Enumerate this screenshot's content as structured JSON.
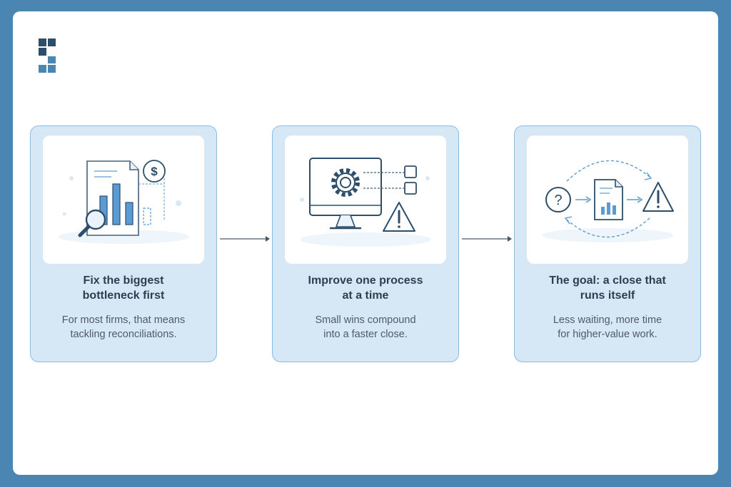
{
  "colors": {
    "frame": "#4a86b1",
    "card_bg": "#d6e8f6",
    "card_border": "#8dbbe0",
    "title_text": "#2f3e4f",
    "body_text": "#505a66",
    "accent": "#5b9bd5",
    "logo_dark": "#2c4e6a",
    "logo_light": "#4a86b1"
  },
  "logo": {
    "icon": "stacked-blocks-logo"
  },
  "steps": [
    {
      "icon": "report-magnifier-dollar-icon",
      "title_line1": "Fix the biggest",
      "title_line2": "bottleneck first",
      "desc_line1": "For most firms, that means",
      "desc_line2": "tackling reconciliations."
    },
    {
      "icon": "monitor-gear-warning-icon",
      "title_line1": "Improve one process",
      "title_line2": "at a time",
      "desc_line1": "Small wins compound",
      "desc_line2": "into a faster close."
    },
    {
      "icon": "question-document-warning-cycle-icon",
      "title_line1": "The goal: a close that",
      "title_line2": "runs itself",
      "desc_line1": "Less waiting, more time",
      "desc_line2": "for higher-value work."
    }
  ]
}
